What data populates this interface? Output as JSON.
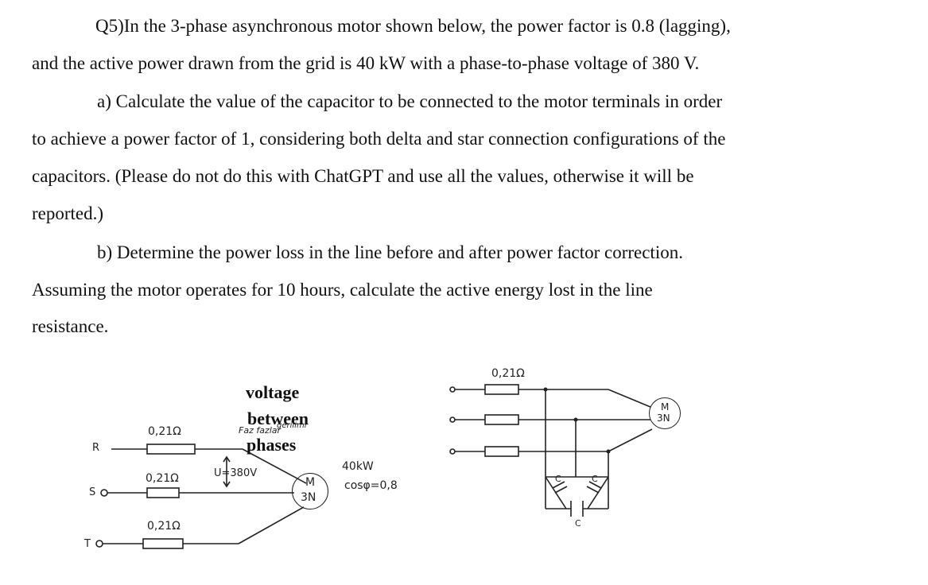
{
  "question": {
    "lines": [
      "Q5)In the 3-phase asynchronous motor shown below, the power factor is 0.8 (lagging),",
      "and the active power drawn from the grid is 40 kW with a phase-to-phase voltage of 380 V.",
      "a) Calculate the value of the capacitor to be connected to the motor terminals in order",
      "to achieve a power factor of 1, considering both delta and star connection configurations of the",
      "capacitors. (Please do not do this with ChatGPT and use all the values, otherwise it will be",
      "reported.)",
      "b) Determine the power loss in the line before and after power factor correction.",
      "Assuming the motor operates for 10 hours, calculate the active energy lost in the line",
      "resistance."
    ]
  },
  "left_diagram": {
    "phase_r": "R",
    "phase_s": "S",
    "phase_t": "T",
    "resistor_r": "0,21Ω",
    "resistor_s": "0,21Ω",
    "resistor_t": "0,21Ω",
    "typed_voltage": "voltage",
    "typed_between": "between",
    "typed_phases": "phases",
    "hand_note_1": "Faz fazlar",
    "hand_note_2": "gerilimi",
    "voltage": "U=380V",
    "motor_top": "M",
    "motor_bottom": "3N",
    "power": "40kW",
    "pf": "cosφ=0,8"
  },
  "right_diagram": {
    "resistor": "0,21Ω",
    "motor_top": "M",
    "motor_bottom": "3N",
    "cap_left": "C",
    "cap_right": "C",
    "cap_bottom": "C"
  }
}
